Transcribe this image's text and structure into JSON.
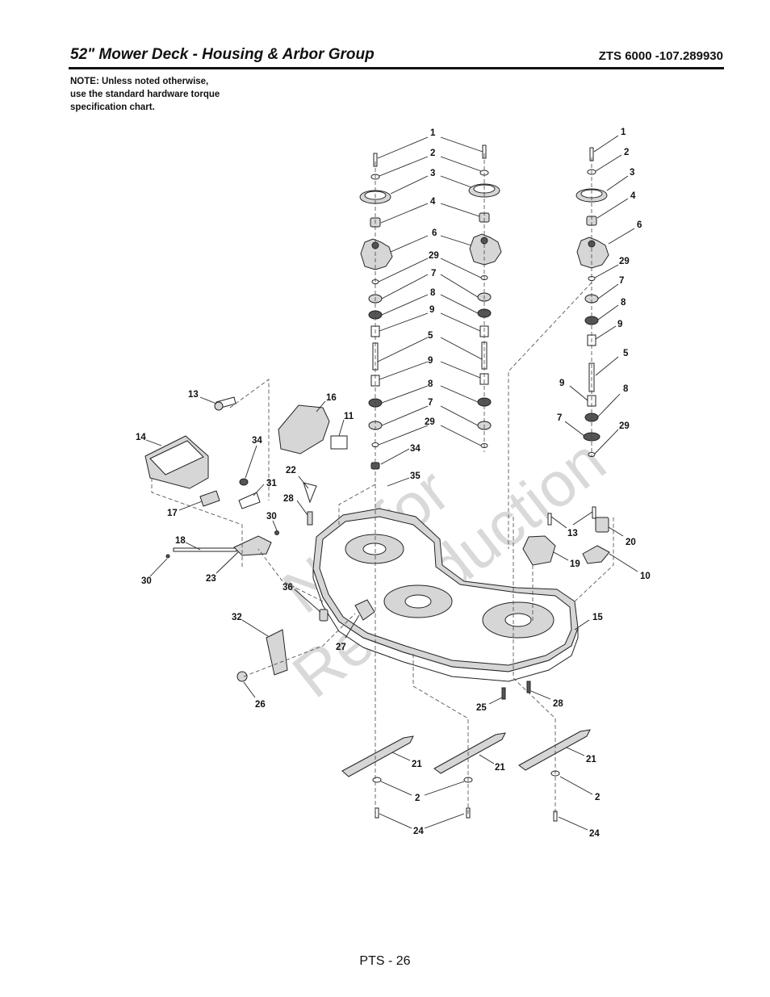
{
  "header": {
    "title": "52\" Mower Deck - Housing & Arbor Group",
    "model": "ZTS 6000 -107.289930"
  },
  "note": {
    "lines": [
      "NOTE: Unless noted otherwise,",
      "use the standard hardware torque",
      "specification chart."
    ]
  },
  "watermark": {
    "line1": "Not for",
    "line2": "Reproduction"
  },
  "footer": {
    "page_number": "PTS - 26"
  },
  "callouts": [
    "1",
    "2",
    "3",
    "4",
    "6",
    "29",
    "7",
    "8",
    "9",
    "5",
    "9",
    "8",
    "7",
    "29",
    "34",
    "35",
    "1",
    "2",
    "3",
    "4",
    "6",
    "29",
    "7",
    "8",
    "9",
    "5",
    "9",
    "8",
    "7",
    "29",
    "13",
    "14",
    "16",
    "11",
    "34",
    "31",
    "22",
    "28",
    "17",
    "30",
    "18",
    "30",
    "23",
    "36",
    "32",
    "27",
    "26",
    "25",
    "28",
    "13",
    "20",
    "19",
    "10",
    "15",
    "21",
    "21",
    "21",
    "2",
    "2",
    "24",
    "24"
  ]
}
